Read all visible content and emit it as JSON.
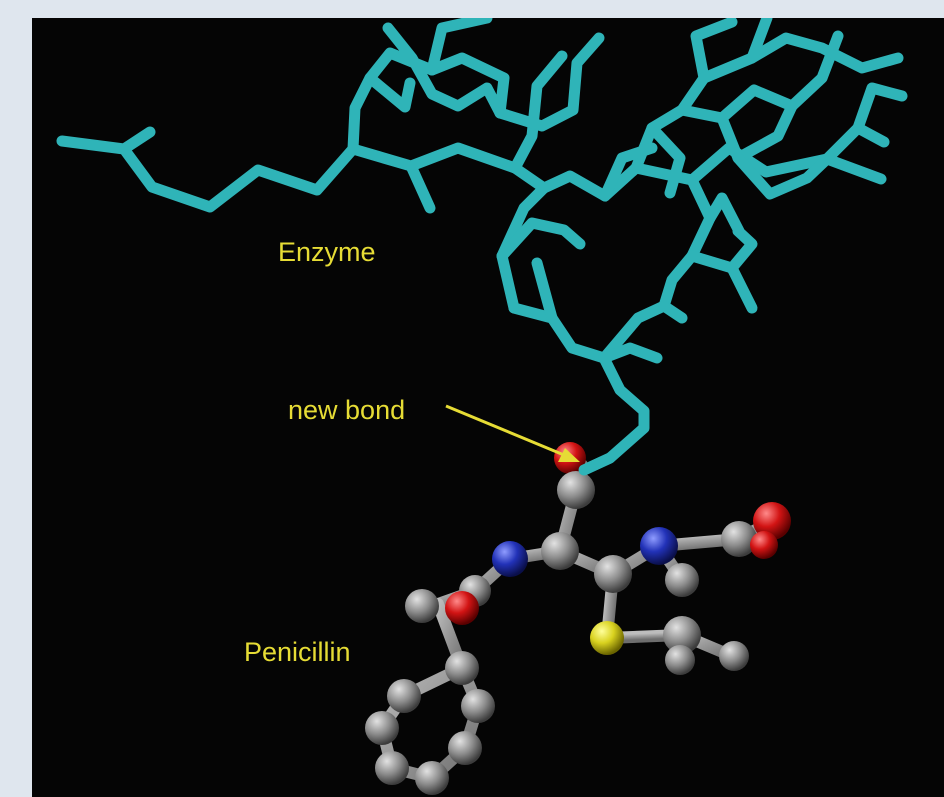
{
  "labels": {
    "enzyme": "Enzyme",
    "new_bond": "new bond",
    "penicillin": "Penicillin"
  },
  "colors": {
    "page_background": "#dfe6ee",
    "figure_background": "#050505",
    "enzyme": "#2fb4b8",
    "label_text": "#e6dc35",
    "carbon": "#8c8c8c",
    "oxygen": "#d21414",
    "nitrogen": "#2232b8",
    "sulfur": "#d9d21f"
  }
}
